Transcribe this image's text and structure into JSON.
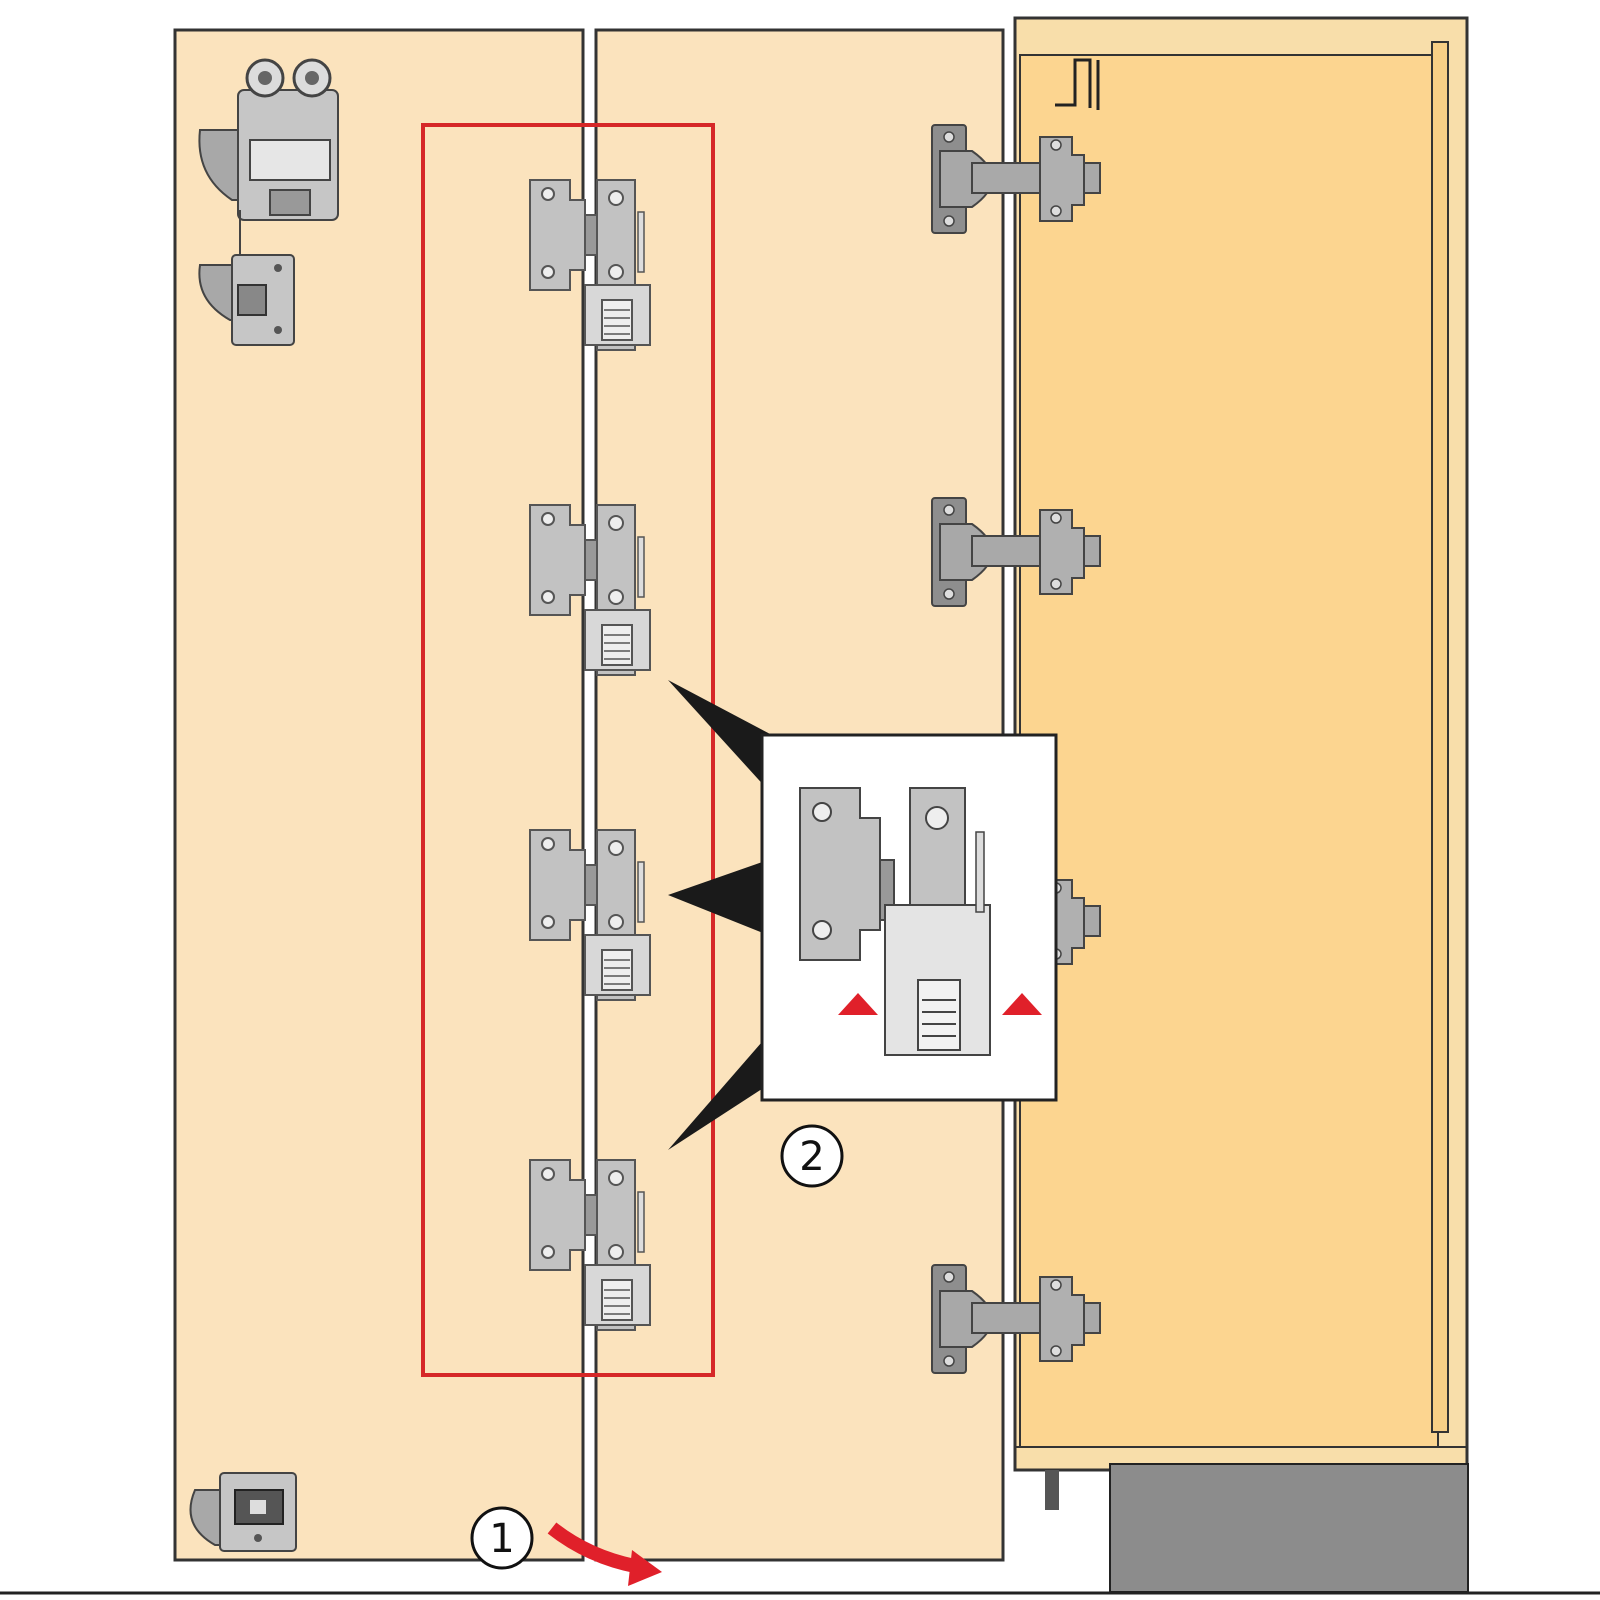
{
  "callouts": [
    {
      "id": "1",
      "label": "1"
    },
    {
      "id": "2",
      "label": "2"
    }
  ],
  "colors": {
    "door_panel": "#fbe3bd",
    "cabinet_interior": "#fcd590",
    "cabinet_frame": "#f8deaa",
    "highlight": "#d62828",
    "hardware": "#b9b9b9",
    "hardware_dark": "#8a8a8a",
    "plinth": "#8c8c8c",
    "outline": "#333333",
    "arrow": "#e0202a"
  },
  "icons": {
    "hinge": "hinge-icon",
    "cabinet_hinge": "cabinet-hinge-icon",
    "roller": "roller-carriage-icon",
    "bottom_guide": "bottom-guide-icon",
    "direction_arrow": "fold-direction-arrow-icon",
    "alignment_mark": "triangle-marker-icon"
  }
}
